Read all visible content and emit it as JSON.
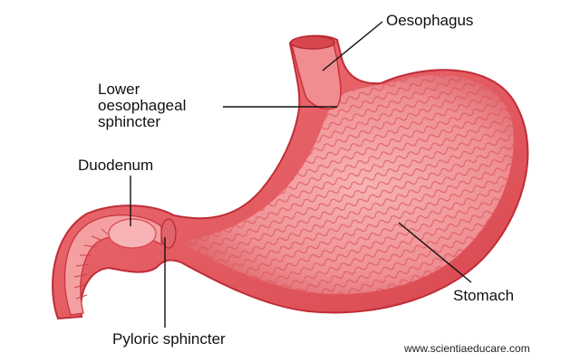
{
  "diagram": {
    "labels": {
      "oesophagus": "Oesophagus",
      "lower_sphincter_line1": "Lower",
      "lower_sphincter_line2": "oesophageal",
      "lower_sphincter_line3": "sphincter",
      "duodenum": "Duodenum",
      "stomach": "Stomach",
      "pyloric_sphincter": "Pyloric sphincter"
    },
    "watermark": "www.scientiaeducare.com",
    "colors": {
      "tissue_outer": "#e85c60",
      "tissue_inner": "#f4a0a3",
      "tissue_deep": "#c8303a",
      "leader_line": "#111111",
      "background": "#ffffff"
    }
  }
}
